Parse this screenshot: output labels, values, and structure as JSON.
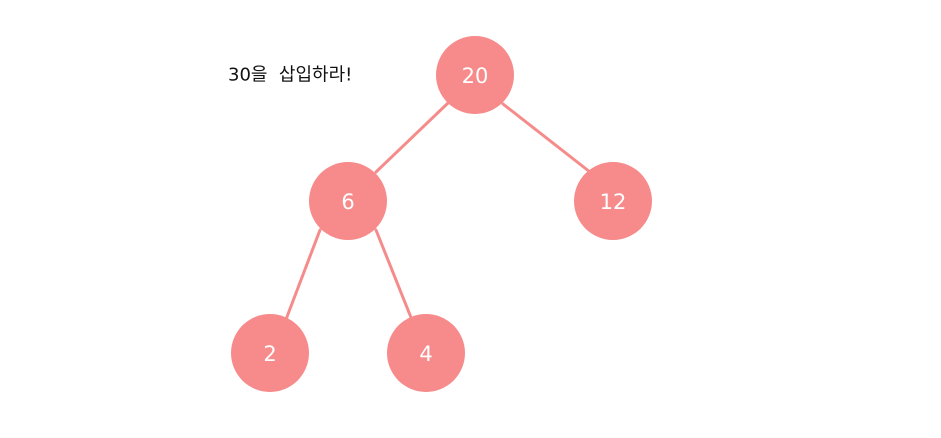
{
  "instruction": "30을  삽입하라!",
  "colors": {
    "node_fill": "#f78b8b",
    "edge": "#f68b8b",
    "label": "#ffffff",
    "text": "#111111"
  },
  "tree": {
    "nodes": [
      {
        "id": "n20",
        "value": "20"
      },
      {
        "id": "n6",
        "value": "6"
      },
      {
        "id": "n12",
        "value": "12"
      },
      {
        "id": "n2",
        "value": "2"
      },
      {
        "id": "n4",
        "value": "4"
      }
    ],
    "edges": [
      {
        "from": "n20",
        "to": "n6"
      },
      {
        "from": "n20",
        "to": "n12"
      },
      {
        "from": "n6",
        "to": "n2"
      },
      {
        "from": "n6",
        "to": "n4"
      }
    ]
  }
}
